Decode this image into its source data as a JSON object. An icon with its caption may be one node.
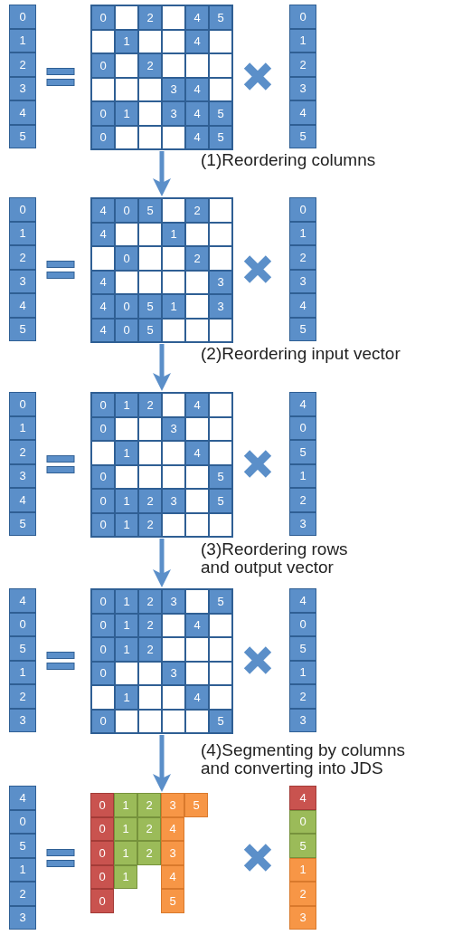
{
  "diagram": {
    "nodes": [
      {
        "text": [
          "0",
          "1",
          "2",
          "3",
          "4",
          "5"
        ]
      },
      {
        "text": [
          "0",
          "2",
          "4",
          "5",
          "1",
          "4",
          "0",
          "2",
          "3",
          "4",
          "0",
          "1",
          "3",
          "4",
          "5",
          "0",
          "4",
          "5"
        ]
      },
      {
        "text": [
          "0",
          "1",
          "2",
          "3",
          "4",
          "5"
        ]
      },
      {
        "text": [
          "0",
          "1",
          "2",
          "3",
          "4",
          "5"
        ]
      },
      {
        "text": [
          "4",
          "0",
          "5",
          "2",
          "4",
          "1",
          "0",
          "2",
          "4",
          "3",
          "4",
          "0",
          "5",
          "1",
          "3",
          "4",
          "0",
          "5"
        ]
      },
      {
        "text": [
          "0",
          "1",
          "2",
          "3",
          "4",
          "5"
        ]
      },
      {
        "text": [
          "0",
          "1",
          "2",
          "3",
          "4",
          "5"
        ]
      },
      {
        "text": [
          "0",
          "1",
          "2",
          "4",
          "0",
          "3",
          "1",
          "4",
          "0",
          "5",
          "0",
          "1",
          "2",
          "3",
          "5",
          "0",
          "1",
          "2"
        ]
      },
      {
        "text": [
          "4",
          "0",
          "5",
          "1",
          "2",
          "3"
        ]
      },
      {
        "text": [
          "4",
          "0",
          "5",
          "1",
          "2",
          "3"
        ]
      },
      {
        "text": [
          "0",
          "1",
          "2",
          "3",
          "5",
          "0",
          "1",
          "2",
          "4",
          "0",
          "1",
          "2",
          "0",
          "3",
          "1",
          "4",
          "0",
          "5"
        ]
      },
      {
        "text": [
          "4",
          "0",
          "5",
          "1",
          "2",
          "3"
        ]
      },
      {
        "text": [
          "4",
          "0",
          "5",
          "1",
          "2",
          "3"
        ]
      },
      {
        "text": [
          "0",
          "1",
          "2",
          "3",
          "5",
          "0",
          "1",
          "2",
          "4",
          "0",
          "1",
          "2",
          "3",
          "0",
          "1",
          "4",
          "0",
          "5"
        ]
      },
      {
        "text": [
          "4",
          "0",
          "5",
          "1",
          "2",
          "3"
        ]
      }
    ],
    "edges": [
      {
        "from": 1,
        "to": 4,
        "arrow": "to",
        "label": "(1)Reordering columns"
      },
      {
        "from": 4,
        "to": 7,
        "arrow": "to",
        "label": "(2)Reordering input vector"
      },
      {
        "from": 7,
        "to": 10,
        "arrow": "to",
        "label": "(3)Reordering rows and output vector"
      },
      {
        "from": 10,
        "to": 13,
        "arrow": "to",
        "label": "(4)Segmenting by columns and converting into JDS"
      }
    ]
  }
}
